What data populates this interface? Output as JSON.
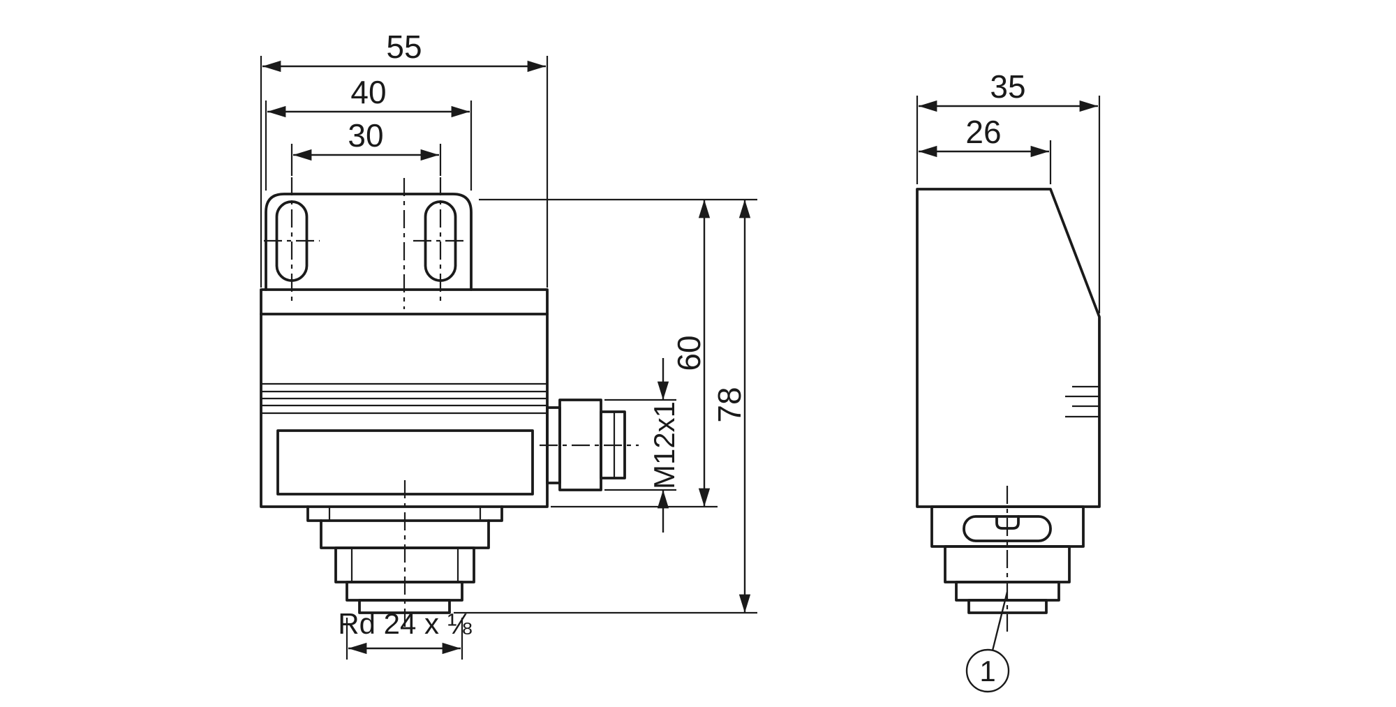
{
  "drawing": {
    "type": "technical-dimension-drawing",
    "background_color": "#ffffff",
    "line_color": "#1a1a1a",
    "front": {
      "dims": {
        "overall_width": "55",
        "bracket_width": "40",
        "slot_spacing": "30",
        "body_height": "60",
        "overall_height": "78",
        "connector_thread": "M12x1",
        "process_thread": "Rd 24 x ⅛"
      }
    },
    "side": {
      "dims": {
        "overall_depth": "35",
        "body_depth": "26"
      },
      "callout": {
        "label": "1"
      }
    }
  }
}
